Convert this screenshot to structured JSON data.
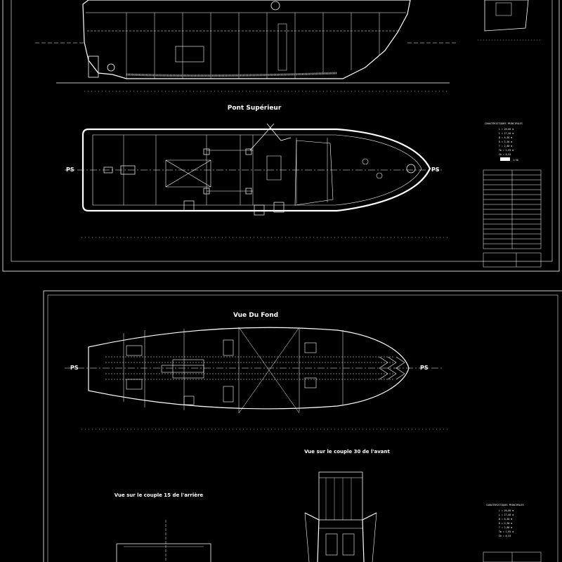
{
  "sheet_top": {
    "deck_view_title": "Pont Supérieur",
    "ps_left": "PS",
    "ps_right": "PS",
    "specs_title": "CARACTERISTIQUES PRINCIPALES",
    "specs": [
      "L = 26,00 m",
      "L = 17,40 m",
      "B = 6,50 m",
      "D = 3,50 m",
      "T = 2,80 m",
      "Tm = 1,95 m",
      "Cb = 0,54"
    ],
    "scale_label": "1:50"
  },
  "sheet_bottom": {
    "bottom_view_title": "Vue Du Fond",
    "ps_left": "PS",
    "ps_right": "PS",
    "section_fwd_title": "Vue sur le couple 30 de l'avant",
    "section_aft_title": "Vue sur le couple 15 de l'arrière",
    "specs_title": "CARACTERISTIQUES PRINCIPALES",
    "specs": [
      "L = 26,00 m",
      "L = 17,40 m",
      "B = 6,50 m",
      "D = 3,50 m",
      "T = 2,80 m",
      "Tm = 1,95 m",
      "Cb = 0,54"
    ]
  },
  "colors": {
    "background": "#000000",
    "lines": "#ffffff",
    "grey": "#bdbdbd"
  }
}
